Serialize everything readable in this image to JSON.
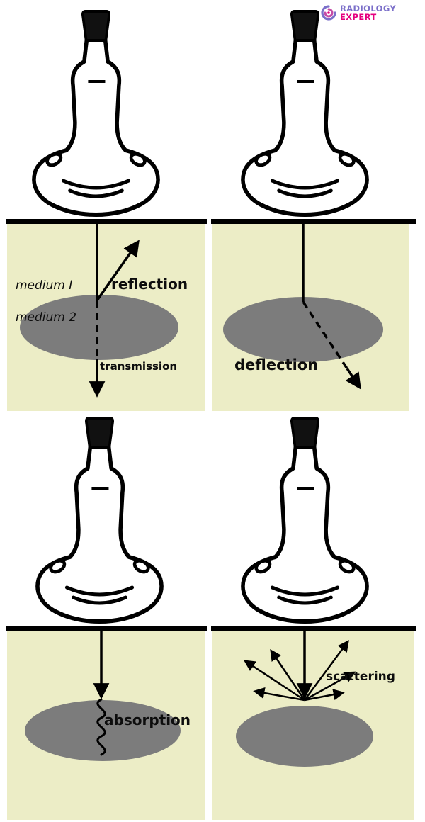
{
  "logo": {
    "title": "RADIOLOGY",
    "subtitle": "EXPERT"
  },
  "colors": {
    "tissue": "#ecedc6",
    "structure": "#7c7c7c",
    "ink": "#000000",
    "logo_purple": "#7b6fc9",
    "logo_pink": "#e5007e"
  },
  "panels": {
    "reflection": {
      "medium1": "medium I",
      "medium2": "medium 2",
      "reflection": "reflection",
      "transmission": "transmission"
    },
    "deflection": {
      "label": "deflection"
    },
    "absorption": {
      "label": "absorption"
    },
    "scattering": {
      "label": "scattering"
    }
  }
}
